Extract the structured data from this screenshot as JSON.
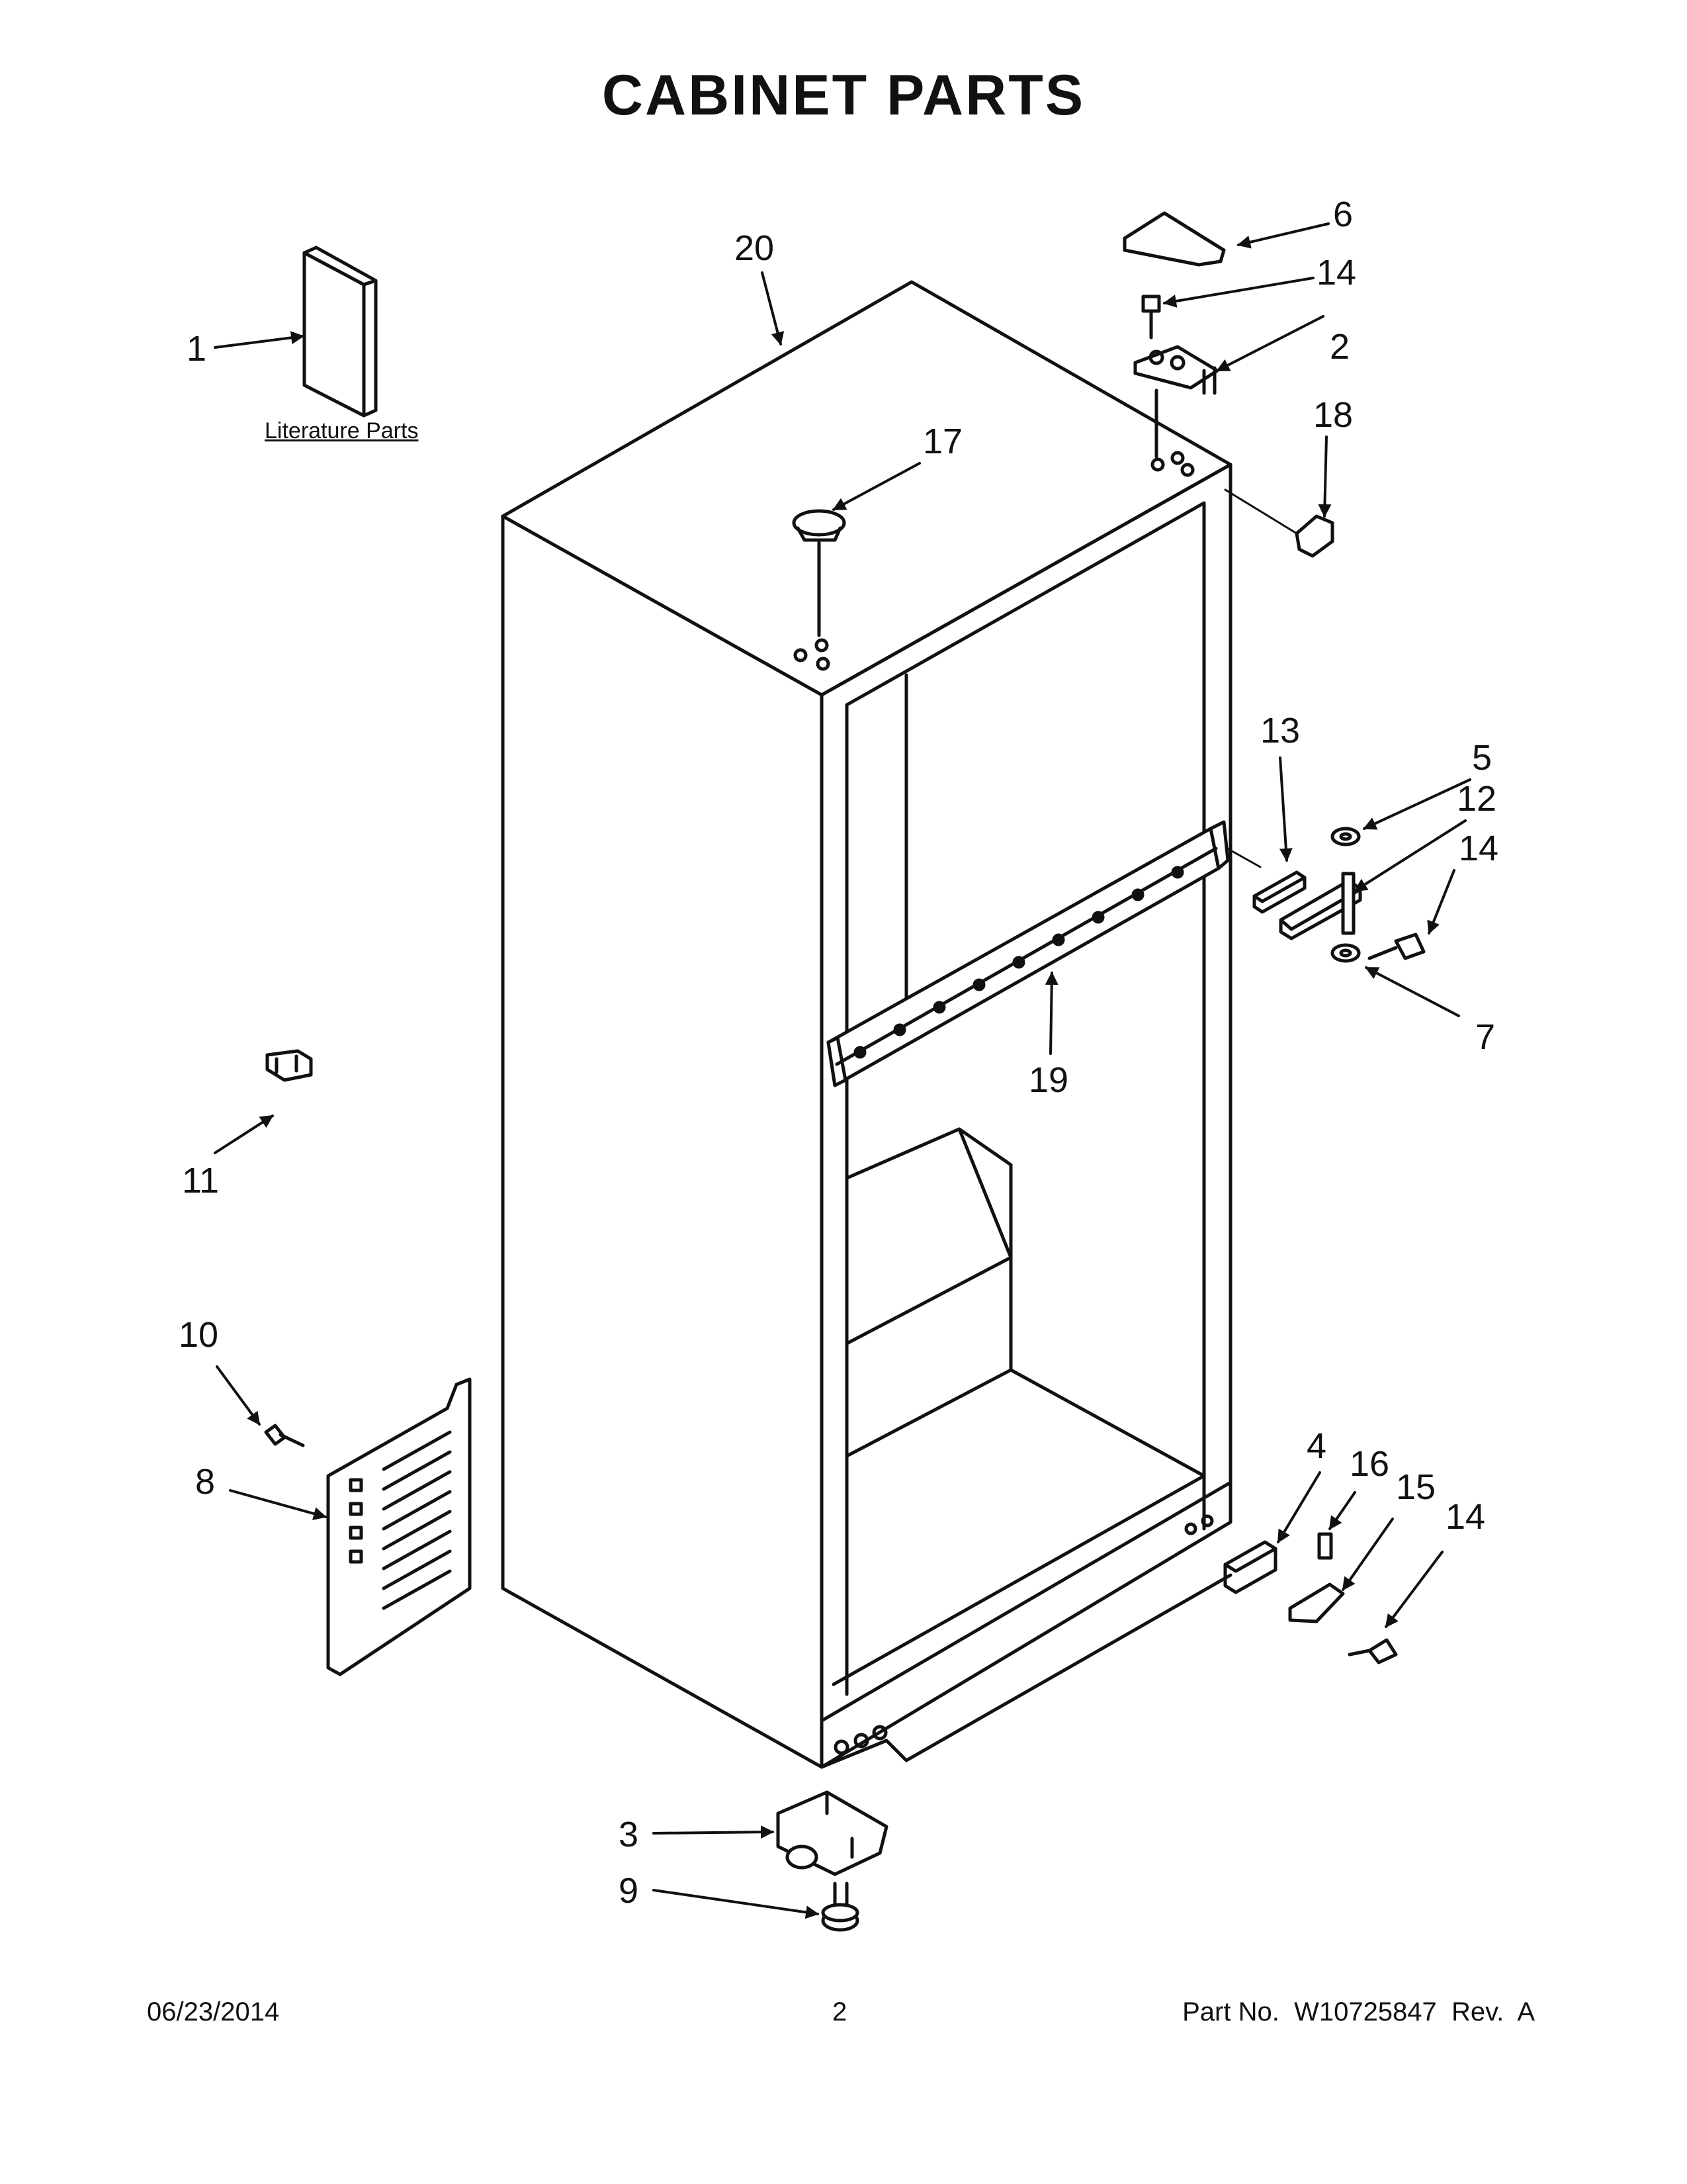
{
  "title": "CABINET PARTS",
  "literature_label": "Literature Parts",
  "callouts": {
    "c1": "1",
    "c2": "2",
    "c3": "3",
    "c4": "4",
    "c5": "5",
    "c6": "6",
    "c7": "7",
    "c8": "8",
    "c9": "9",
    "c10": "10",
    "c11": "11",
    "c12": "12",
    "c13": "13",
    "c14a": "14",
    "c14b": "14",
    "c14c": "14",
    "c15": "15",
    "c16": "16",
    "c17": "17",
    "c18": "18",
    "c19": "19",
    "c20": "20"
  },
  "footer": {
    "date": "06/23/2014",
    "page": "2",
    "part": "Part No.  W10725847  Rev.  A"
  }
}
